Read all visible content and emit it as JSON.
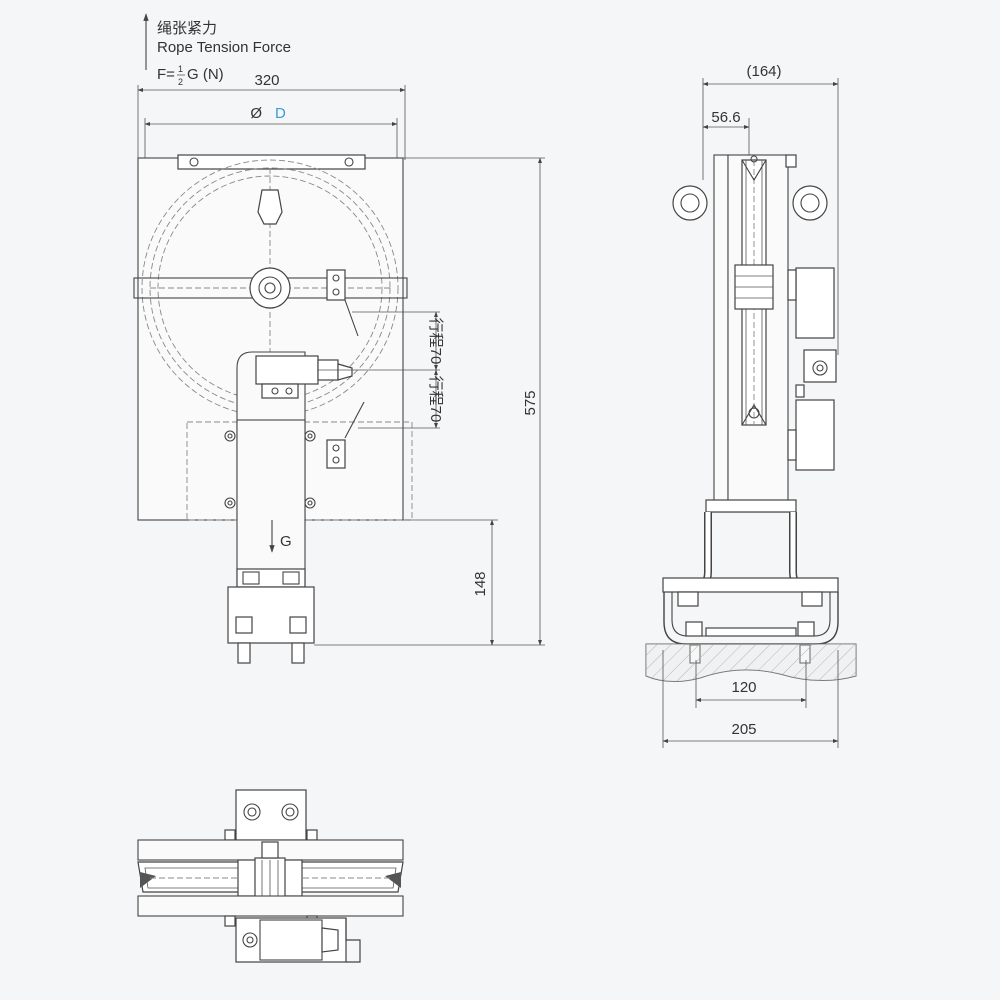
{
  "force_label": {
    "cn": "绳张紧力",
    "en": "Rope Tension Force",
    "formula_prefix": "F=",
    "frac_num": "1",
    "frac_den": "2",
    "formula_suffix": "G (N)"
  },
  "front_view": {
    "dim_width": "320",
    "dim_diameter_prefix": "Ø",
    "dim_diameter_var": "D",
    "dim_height": "575",
    "dim_base": "148",
    "stroke_up": "行程70",
    "stroke_down": "行程70",
    "weight_label": "G"
  },
  "side_view": {
    "dim_total": "(164)",
    "dim_offset": "56.6",
    "dim_base_inner": "120",
    "dim_base_outer": "205"
  },
  "colors": {
    "accent": "#3a9bd5",
    "line": "#444444",
    "fill": "#ffffff",
    "ground": "#e8e8e8"
  }
}
